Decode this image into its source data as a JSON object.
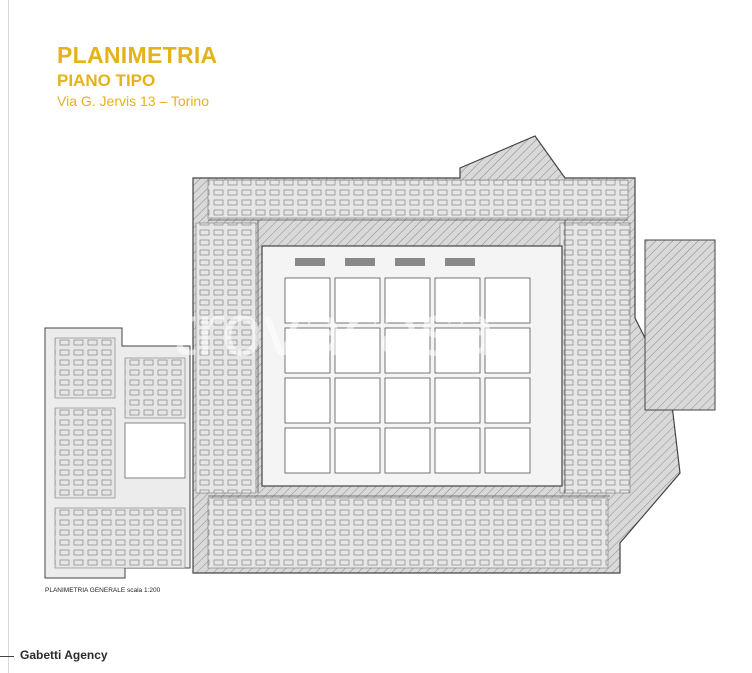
{
  "header": {
    "title": "PLANIMETRIA",
    "subtitle": "PIANO TIPO",
    "address": "Via G. Jervis 13 – Torino"
  },
  "plan": {
    "caption": "PLANIMETRIA GENERALE   scala 1:200"
  },
  "watermark": "trovacasa",
  "footer": {
    "agency": "Gabetti Agency"
  },
  "colors": {
    "accent": "#e5b21b",
    "plan_fill": "#cfcfcf",
    "plan_line": "#555555"
  }
}
